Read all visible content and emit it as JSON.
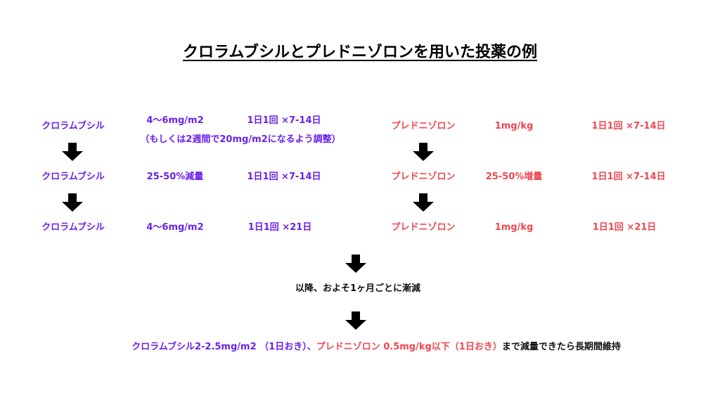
{
  "title": "クロラムブシルとプレドニゾロンを用いた投薬の例",
  "chlorambucil": {
    "drug": "クロラムブシル",
    "step1_dose": "4〜6mg/m2",
    "step1_freq": "1日1回 ×7-14日",
    "step1_note": "（もしくは2週間で20mg/m2になるよう調整）",
    "step2_dose": "25-50%減量",
    "step2_freq": "1日1回 ×7-14日",
    "step3_dose": "4〜6mg/m2",
    "step3_freq": "1日1回 ×21日"
  },
  "prednisolone": {
    "drug": "プレドニゾロン",
    "step1_dose": "1mg/kg",
    "step1_freq": "1日1回 ×7-14日",
    "step2_dose": "25-50%増量",
    "step2_freq": "1日1回 ×7-14日",
    "step3_dose": "1mg/kg",
    "step3_freq": "1日1回 ×21日"
  },
  "taper_text": "以降、およそ1ヶ月ごとに漸減",
  "maintenance": {
    "chlorambucil_part": "クロラムブシル2-2.5mg/m2 （1日おき）、",
    "prednisolone_part": "プレドニゾロン 0.5mg/kg以下（1日おき）",
    "suffix": "まで減量できたら長期間維持"
  },
  "colors": {
    "chlorambucil": "#6b21e8",
    "prednisolone": "#f0464f",
    "text": "#111111",
    "arrow": "#000000"
  },
  "icons": [
    "down-arrow-icon"
  ]
}
